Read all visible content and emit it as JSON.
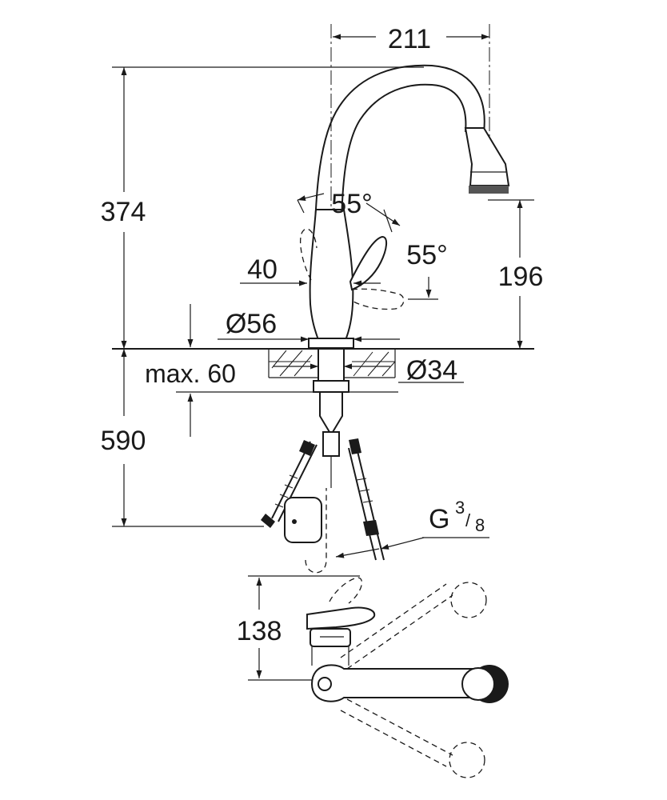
{
  "dimensions": {
    "spout_reach": "211",
    "total_height": "374",
    "spout_height": "196",
    "lever_angle_top": "55°",
    "lever_angle_side": "55°",
    "lever_offset": "40",
    "base_diameter": "Ø56",
    "hole_diameter": "Ø34",
    "deck_thickness": "max. 60",
    "hose_length": "590",
    "connection_thread": "G",
    "thread_num": "3",
    "thread_den": "8",
    "top_view_depth": "138"
  },
  "icons": [
    "arrow-icon"
  ],
  "colors": {
    "line": "#1a1a1a",
    "background": "#ffffff"
  }
}
